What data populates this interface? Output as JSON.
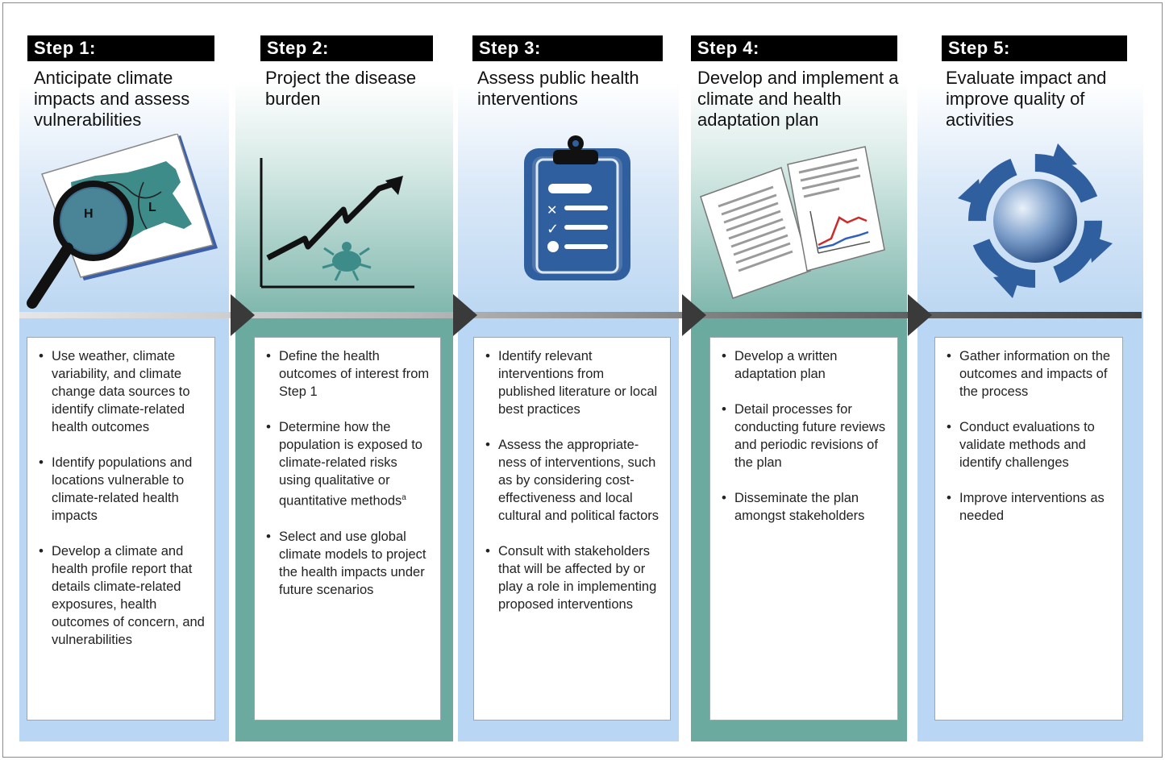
{
  "colors": {
    "light_blue": "#b9d6f4",
    "teal": "#6aaa9f",
    "label_bg": "#000000",
    "icon_blue": "#2f5f9e",
    "icon_teal": "#3e8c8a"
  },
  "steps": [
    {
      "label": "Step  1:",
      "title": "Anticipate climate impacts and assess vulnerabilities",
      "icon": "weather-map-magnifier-icon",
      "map_letters": [
        "H",
        "L"
      ],
      "bullets": [
        "Use weather, climate variability, and climate change data sources to identify climate-related health outcomes",
        "Identify populations and locations vulnerable to climate-related health impacts",
        "Develop a climate and health profile report that details climate-related exposures, health outcomes of concern, and vulnerabilities"
      ]
    },
    {
      "label": "Step  2:",
      "title": "Project the disease burden",
      "icon": "rising-trend-tick-icon",
      "bullets": [
        "Define the health outcomes of interest from Step 1",
        "Determine how the population is exposed to climate-related risks using qualitative or quantitative methods",
        "Select and use global climate models to project the health impacts under future scenarios"
      ],
      "footnote_mark": "a"
    },
    {
      "label": "Step  3:",
      "title": "Assess public health interventions",
      "icon": "clipboard-checklist-icon",
      "bullets": [
        "Identify relevant interventions from published literature or local best practices",
        "Assess the appropriate-ness of interventions, such as by considering cost-effectiveness and local cultural and political factors",
        "Consult with stakeholders that will be affected by or play a role in implementing proposed interventions"
      ]
    },
    {
      "label": "Step  4:",
      "title": "Develop and implement a climate and health adaptation plan",
      "icon": "document-pages-icon",
      "bullets": [
        "Develop a written adaptation plan",
        "Detail processes for conducting future reviews and periodic revisions of the plan",
        "Disseminate the plan amongst stakeholders"
      ]
    },
    {
      "label": "Step  5:",
      "title": "Evaluate impact and improve quality of activities",
      "icon": "cycle-arrows-icon",
      "bullets": [
        "Gather information on the outcomes and impacts of the process",
        "Conduct evaluations to validate methods and identify challenges",
        "Improve interventions as needed"
      ]
    }
  ]
}
